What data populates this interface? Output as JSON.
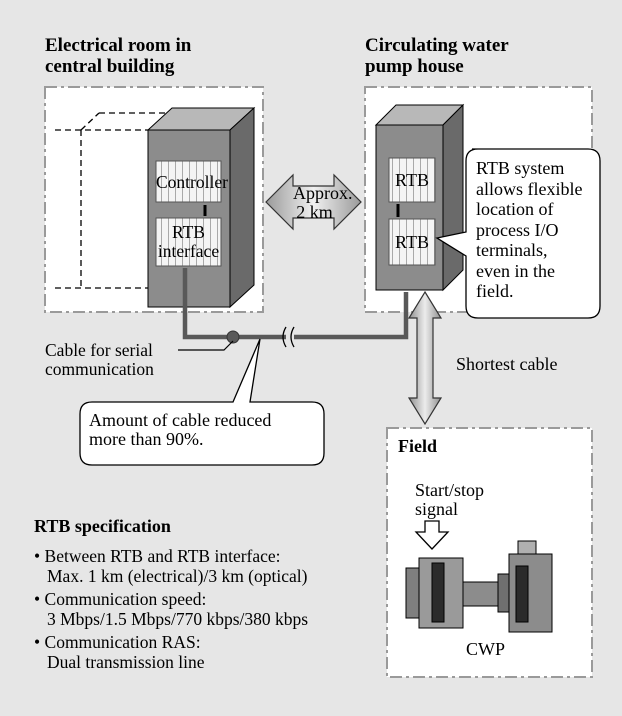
{
  "panel_left_title": [
    "Electrical room in",
    "central building"
  ],
  "panel_right_title": [
    "Circulating water",
    "pump house"
  ],
  "controller_label": "Controller",
  "rtb_interface_label": [
    "RTB",
    "interface"
  ],
  "rtb_label_1": "RTB",
  "rtb_label_2": "RTB",
  "distance_label": [
    "Approx.",
    "2 km"
  ],
  "rtb_callout": [
    "RTB system",
    "allows flexible",
    "location of",
    "process I/O",
    "terminals,",
    "even in the",
    "field."
  ],
  "cable_label": [
    "Cable for serial",
    "communication"
  ],
  "cable_callout": [
    "Amount of cable reduced",
    "more than 90%."
  ],
  "shortest_cable_label": "Shortest cable",
  "field_title": "Field",
  "start_stop_label": [
    "Start/stop",
    "signal"
  ],
  "cwp_label": "CWP",
  "spec_title": "RTB specification",
  "spec_items": [
    {
      "bullet": "•",
      "line1": "Between RTB and RTB interface:",
      "line2": "Max. 1 km (electrical)/3 km (optical)"
    },
    {
      "bullet": "•",
      "line1": "Communication speed:",
      "line2": "3 Mbps/1.5 Mbps/770 kbps/380 kbps"
    },
    {
      "bullet": "•",
      "line1": "Communication RAS:",
      "line2": "Dual transmission line"
    }
  ],
  "colors": {
    "background": "#e6e6e6",
    "panel": "#ffffff",
    "cabinet_front": "#8c8c8c",
    "cabinet_side": "#6e6e6e",
    "cabinet_top": "#b4b4b4",
    "cable": "#595959"
  }
}
